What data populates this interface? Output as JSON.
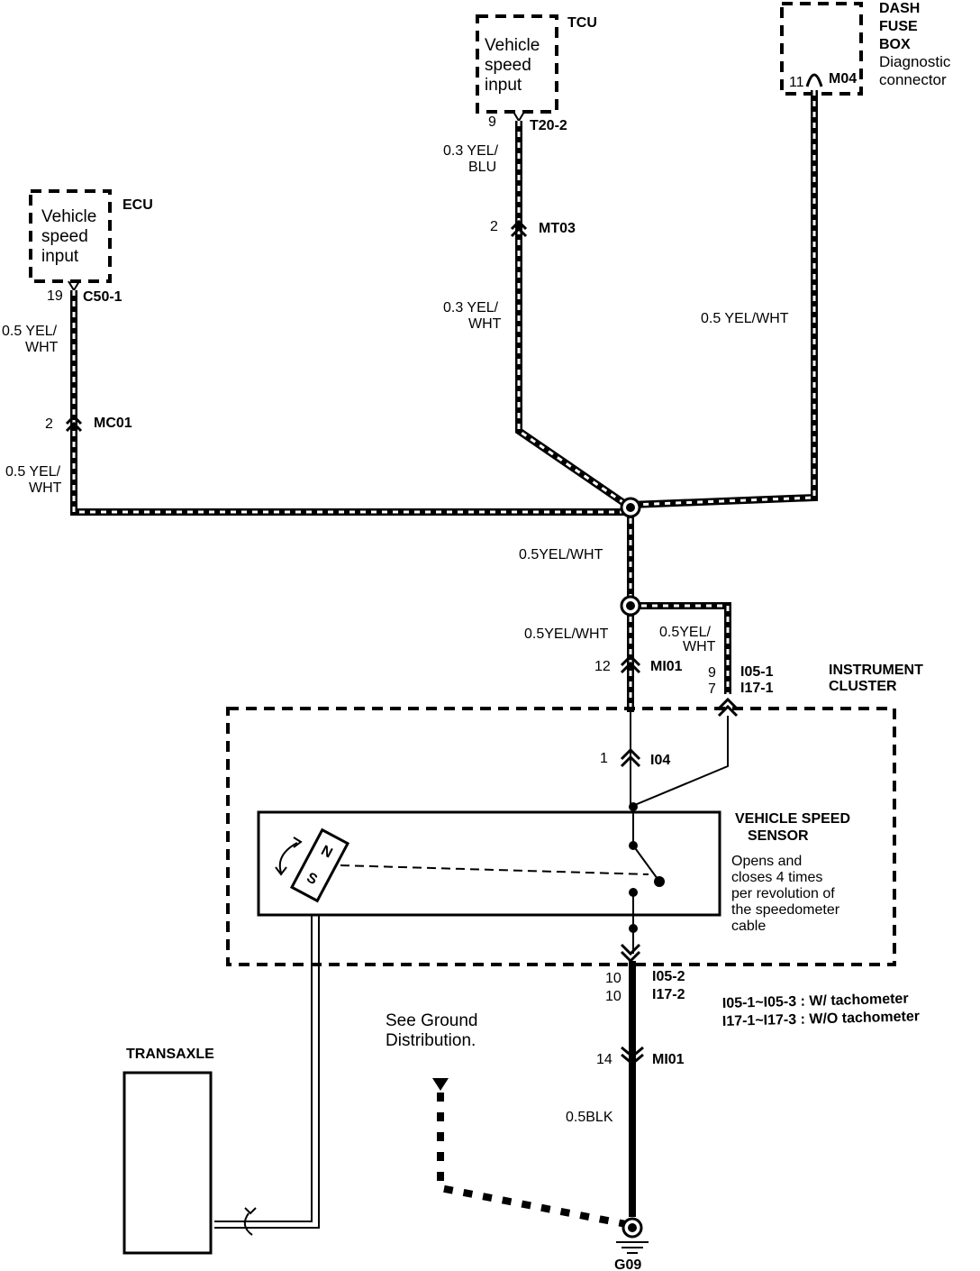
{
  "components": {
    "ecu": {
      "name": "ECU",
      "input_lines": [
        "Vehicle",
        "speed",
        "input"
      ],
      "pin": "19",
      "connector": "C50-1"
    },
    "tcu": {
      "name": "TCU",
      "input_lines": [
        "Vehicle",
        "speed",
        "input"
      ],
      "pin": "9",
      "connector": "T20-2"
    },
    "dash_fuse_box": {
      "name_lines": [
        "DASH",
        "FUSE",
        "BOX"
      ],
      "desc_lines": [
        "Diagnostic",
        "connector"
      ],
      "pin": "11",
      "connector": "M04"
    },
    "instrument_cluster": {
      "name_lines": [
        "INSTRUMENT",
        "CLUSTER"
      ]
    },
    "vehicle_speed_sensor": {
      "name_lines": [
        "VEHICLE SPEED",
        "SENSOR"
      ],
      "desc_lines": [
        "Opens and",
        "closes 4 times",
        "per revolution of",
        "the speedometer",
        "cable"
      ],
      "magnet_n": "N",
      "magnet_s": "S"
    },
    "transaxle": {
      "name": "TRANSAXLE"
    },
    "ground": {
      "name": "G09",
      "note_lines": [
        "See Ground",
        "Distribution."
      ]
    }
  },
  "wires": {
    "ecu_upper": [
      "0.5 YEL/",
      "WHT"
    ],
    "ecu_lower": [
      "0.5 YEL/",
      "WHT"
    ],
    "tcu_upper": [
      "0.3 YEL/",
      "BLU"
    ],
    "tcu_lower": [
      "0.3 YEL/",
      "WHT"
    ],
    "diag": "0.5 YEL/WHT",
    "trunk": "0.5YEL/WHT",
    "mi01_feed": "0.5YEL/WHT",
    "i05_feed": [
      "0.5YEL/",
      "WHT"
    ],
    "ground_wire": "0.5BLK"
  },
  "connectors": {
    "mc01": {
      "pin": "2",
      "name": "MC01"
    },
    "mt03": {
      "pin": "2",
      "name": "MT03"
    },
    "mi01_top": {
      "pin": "12",
      "name": "MI01"
    },
    "i05_1": {
      "pins": [
        "9",
        "7"
      ],
      "names": [
        "I05-1",
        "I17-1"
      ]
    },
    "i04": {
      "pin": "1",
      "name": "I04"
    },
    "i05_2": {
      "pins": [
        "10",
        "10"
      ],
      "names": [
        "I05-2",
        "I17-2"
      ]
    },
    "mi01_bottom": {
      "pin": "14",
      "name": "MI01"
    }
  },
  "legend": [
    "I05-1~I05-3 : W/ tachometer",
    "I17-1~I17-3 : W/O tachometer"
  ]
}
